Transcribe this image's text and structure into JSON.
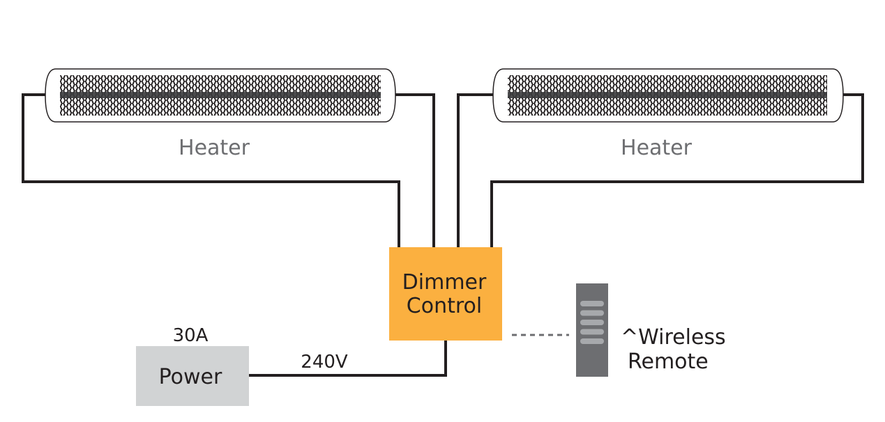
{
  "heaters": [
    {
      "label": "Heater"
    },
    {
      "label": "Heater"
    }
  ],
  "dimmer": {
    "line1": "Dimmer",
    "line2": "Control"
  },
  "power": {
    "label": "Power",
    "amperage": "30A",
    "voltage": "240V"
  },
  "remote": {
    "line1": "^Wireless",
    "line2": "Remote",
    "button_count": 5
  },
  "colors": {
    "dimmer": "#fbb040",
    "power": "#d1d3d4",
    "remote": "#6d6e71",
    "wire": "#231f20",
    "heater_text": "#6d6e71"
  }
}
